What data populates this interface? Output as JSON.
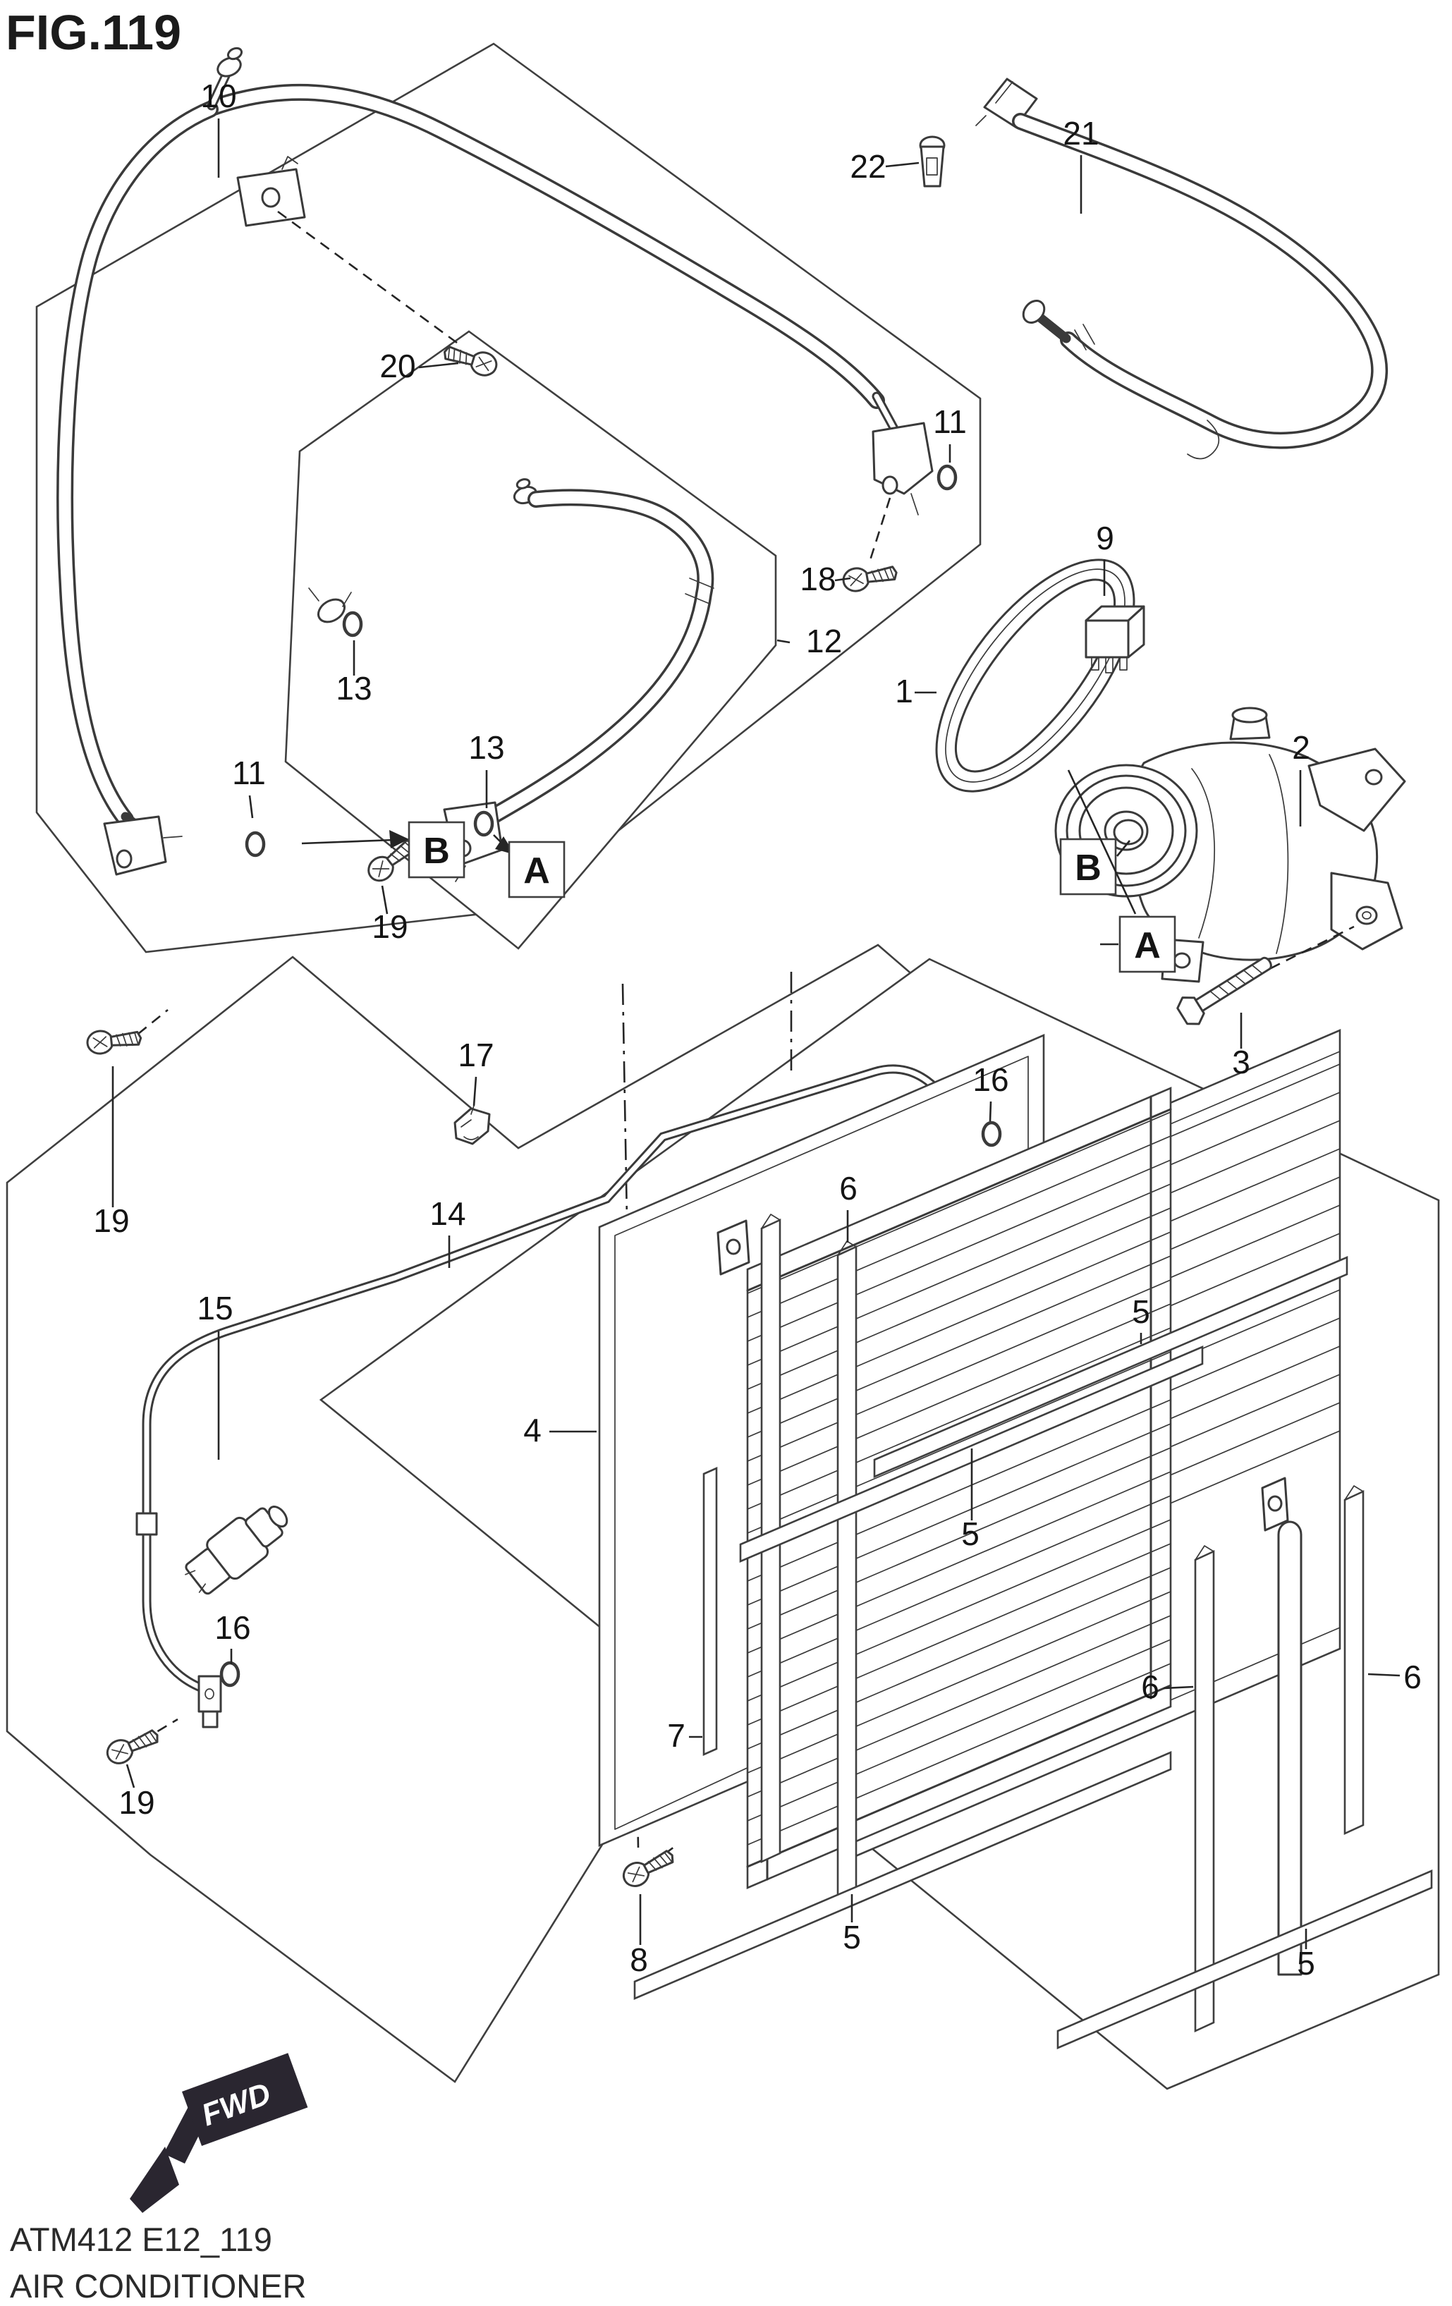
{
  "figure": {
    "title": "FIG.119",
    "footer_code": "ATM412 E12_119",
    "footer_title": "AIR CONDITIONER"
  },
  "badge": {
    "text": "FWD"
  },
  "view_markers": [
    "B",
    "A",
    "B",
    "A"
  ],
  "callouts": [
    "10",
    "22",
    "21",
    "20",
    "11",
    "18",
    "9",
    "13",
    "12",
    "1",
    "2",
    "13",
    "11",
    "19",
    "19",
    "14",
    "17",
    "16",
    "3",
    "15",
    "6",
    "4",
    "5",
    "5",
    "16",
    "7",
    "6",
    "6",
    "8",
    "5",
    "5",
    "19"
  ]
}
